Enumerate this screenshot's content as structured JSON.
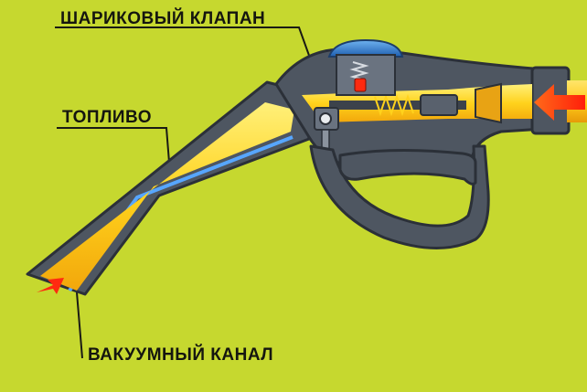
{
  "labels": {
    "ball_valve": "ШАРИКОВЫЙ КЛАПАН",
    "fuel": "ТОПЛИВО",
    "vacuum_channel": "ВАКУУМНЫЙ КАНАЛ"
  },
  "colors": {
    "background": "#c6d82f",
    "body_gray": "#4e5661",
    "body_outline": "#2b3038",
    "fuel_yellow": "#ffd21c",
    "fuel_light": "#fff07a",
    "vacuum_blue": "#57a6ff",
    "arrow_red": "#ff2a10",
    "cap_blue": "#2f7fd0"
  }
}
